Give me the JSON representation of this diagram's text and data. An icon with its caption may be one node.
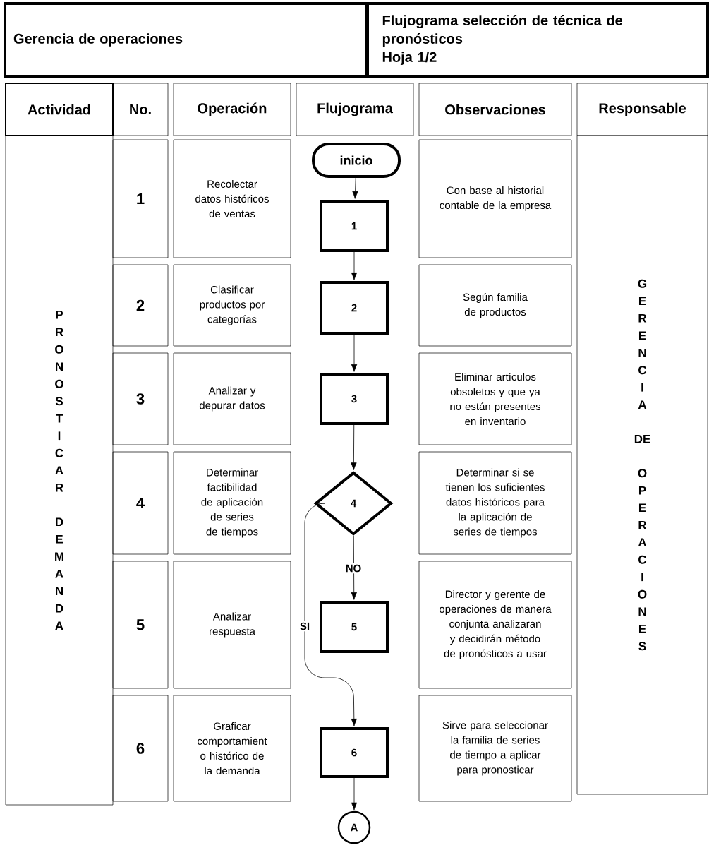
{
  "diagram": {
    "nodes": [
      {
        "text": [
          "Gerencia de operaciones"
        ]
      },
      {
        "text": [
          "Flujograma selección de técnica de pronósticos",
          "Hoja 1/2"
        ]
      },
      {
        "text": [
          "Actividad"
        ]
      },
      {
        "text": [
          "No."
        ]
      },
      {
        "text": [
          "Operación"
        ]
      },
      {
        "text": [
          "Flujograma"
        ]
      },
      {
        "text": [
          "Observaciones"
        ]
      },
      {
        "text": [
          "Responsable"
        ]
      },
      {
        "text": [
          "P R O N O S T I C A R",
          "D E M A N D A"
        ]
      },
      {
        "text": [
          "G E R E N C I A",
          "DE",
          "O P E R A C I O N E S"
        ]
      },
      {
        "text": [
          "inicio"
        ]
      },
      {
        "text": [
          "1"
        ]
      },
      {
        "text": [
          "Recolectar datos históricos de ventas"
        ]
      },
      {
        "text": [
          "1"
        ]
      },
      {
        "text": [
          "Con base al historial contable de la empresa"
        ]
      },
      {
        "text": [
          "2"
        ]
      },
      {
        "text": [
          "Clasificar productos por categorías"
        ]
      },
      {
        "text": [
          "2"
        ]
      },
      {
        "text": [
          "Según familia de productos"
        ]
      },
      {
        "text": [
          "3"
        ]
      },
      {
        "text": [
          "Analizar y depurar datos"
        ]
      },
      {
        "text": [
          "3"
        ]
      },
      {
        "text": [
          "Eliminar artículos obsoletos y que ya no están presentes en inventario"
        ]
      },
      {
        "text": [
          "4"
        ]
      },
      {
        "text": [
          "Determinar factibilidad de aplicación de series de tiempos"
        ]
      },
      {
        "text": [
          "4"
        ]
      },
      {
        "text": [
          "Determinar si se tienen los suficientes datos históricos para la aplicación de series de tiempos"
        ]
      },
      {
        "text": [
          "5"
        ]
      },
      {
        "text": [
          "Analizar respuesta"
        ]
      },
      {
        "text": [
          "5"
        ]
      },
      {
        "text": [
          "Director y gerente de operaciones de manera conjunta analizaran y decidirán método de pronósticos a usar"
        ]
      },
      {
        "text": [
          "6"
        ]
      },
      {
        "text": [
          "Graficar comportamient o histórico de la demanda"
        ]
      },
      {
        "text": [
          "6"
        ]
      },
      {
        "text": [
          "Sirve para seleccionar la familia de series de tiempo a aplicar para pronosticar"
        ]
      },
      {
        "text": [
          "A"
        ]
      }
    ],
    "edges": [
      {
        "from": 10,
        "to": 13,
        "arrow": "to"
      },
      {
        "from": 13,
        "to": 17,
        "arrow": "to"
      },
      {
        "from": 17,
        "to": 21,
        "arrow": "to"
      },
      {
        "from": 21,
        "to": 25,
        "arrow": "to"
      },
      {
        "from": 25,
        "to": 29,
        "arrow": "to",
        "label": "NO"
      },
      {
        "from": 25,
        "to": 33,
        "arrow": "to",
        "label": "SI"
      },
      {
        "from": 33,
        "to": 35,
        "arrow": "to"
      }
    ]
  }
}
